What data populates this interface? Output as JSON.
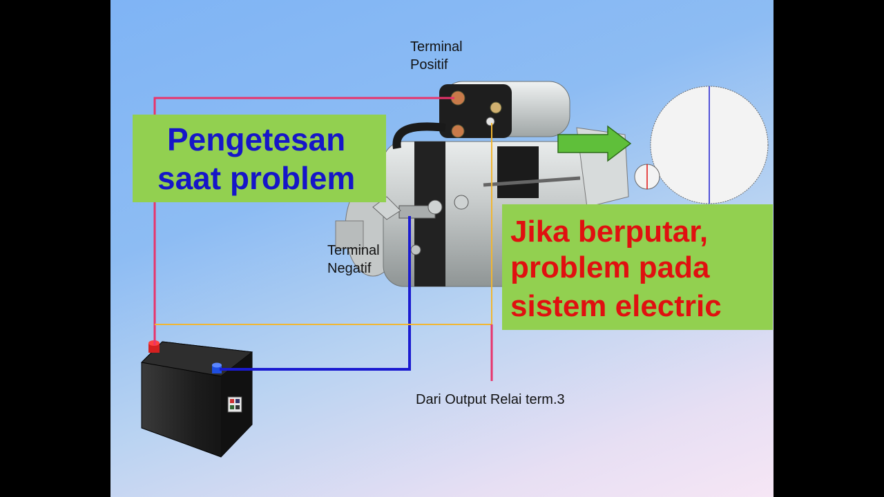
{
  "labels": {
    "terminal_positif": [
      "Terminal",
      "Positif"
    ],
    "terminal_negatif": [
      "Terminal",
      "Negatif"
    ],
    "relay_output": "Dari Output Relai term.3"
  },
  "title_box": {
    "lines": [
      "Pengetesan",
      "saat problem"
    ]
  },
  "result_box": {
    "lines": [
      "Jika berputar,",
      "problem pada",
      "sistem electric"
    ]
  },
  "colors": {
    "positive_wire": "#e8336a",
    "negative_wire": "#1a1ad0",
    "signal_wire": "#f2b630",
    "box_fill": "#92d050",
    "arrow_fill": "#5fbf3a"
  },
  "icons": [
    "battery-icon",
    "starter-motor-icon",
    "rotation-arrow-icon",
    "gear-icon",
    "pinion-icon"
  ]
}
